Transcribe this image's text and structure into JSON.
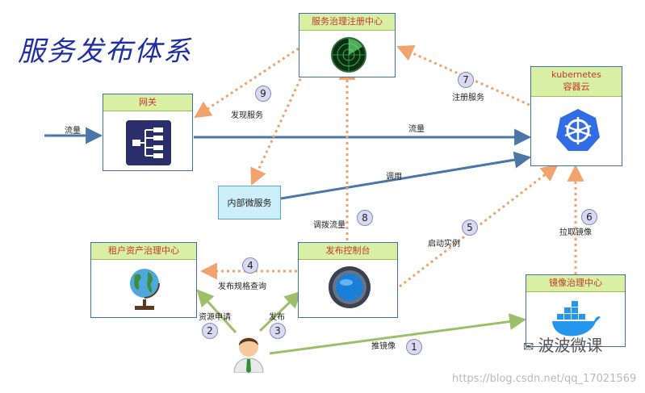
{
  "title": "服务发布体系",
  "nodes": {
    "registry": "服务治理注册中心",
    "k8s_line1": "kubernetes",
    "k8s_line2": "容器云",
    "gateway": "网关",
    "internal": "内部微服务",
    "tenant": "租户资产治理中心",
    "console": "发布控制台",
    "mirror": "镜像治理中心"
  },
  "edges": {
    "traffic_in": "流量",
    "traffic_main": "流量",
    "call": "调用",
    "discover": "发现服务",
    "register": "注册服务",
    "adjust_traffic": "调拨流量",
    "start_instance": "启动实例",
    "pull_image": "拉取镜像",
    "query_spec": "发布规格查询",
    "apply_resource": "资源申请",
    "publish": "发布",
    "push_image": "推镜像"
  },
  "badges": [
    "1",
    "2",
    "3",
    "4",
    "5",
    "6",
    "7",
    "8",
    "9"
  ],
  "wechat_label": "波波微课",
  "watermark": "https://blog.csdn.net/qq_17021569",
  "colors": {
    "header_fill": "#d9efa3",
    "header_text": "#c0392b",
    "solid_arrow": "#4a76a8",
    "dotted_arrow": "#f0a36c",
    "green_arrow": "#9dbf6a"
  }
}
